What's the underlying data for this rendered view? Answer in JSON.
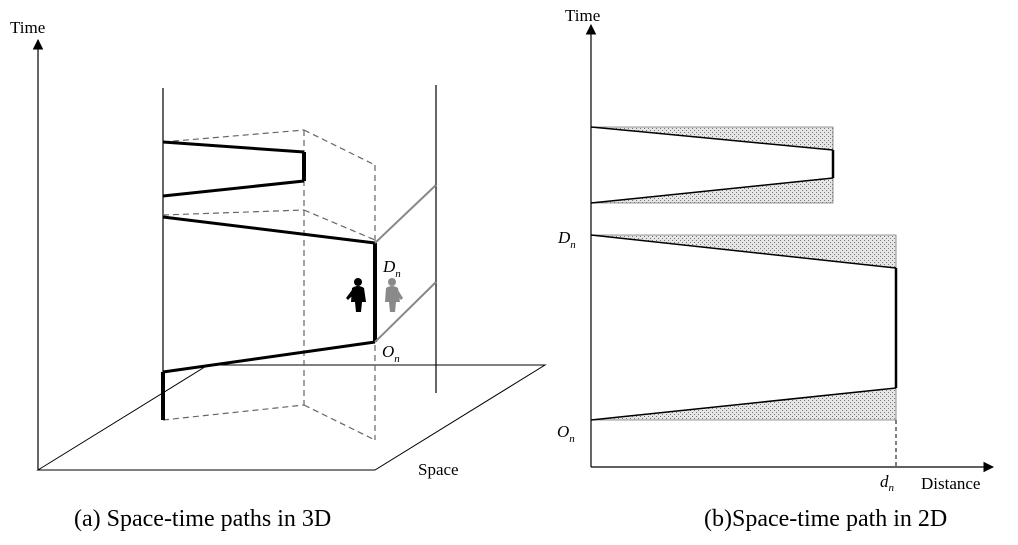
{
  "panel_a": {
    "axis_time": "Time",
    "axis_space": "Space",
    "destination": "D",
    "origin": "O",
    "subscript": "n",
    "caption": "(a)  Space-time paths in 3D"
  },
  "panel_b": {
    "axis_time": "Time",
    "axis_distance": "Distance",
    "destination": "D",
    "origin": "O",
    "distance_mark": "d",
    "subscript": "n",
    "caption": "(b)Space-time path in 2D"
  }
}
